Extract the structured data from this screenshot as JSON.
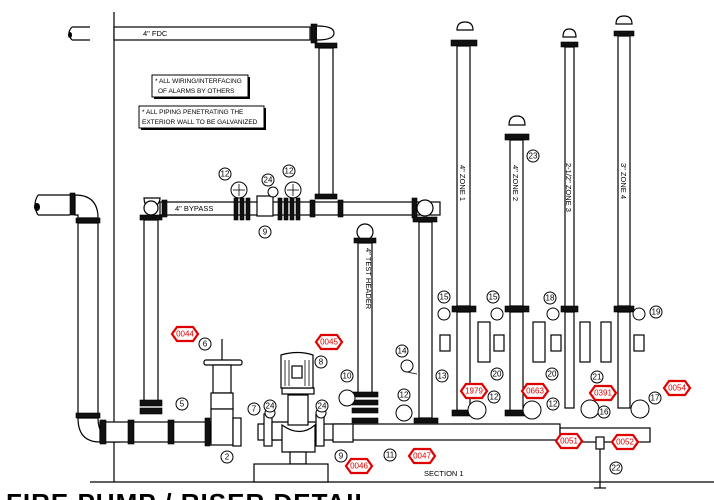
{
  "drawing": {
    "title": "FIRE PUMP / RISER DETAIL",
    "section_label": "SECTION 1",
    "notes": [
      {
        "lines": [
          "* ALL WIRING/INTERFACING",
          "OF ALARMS BY OTHERS"
        ]
      },
      {
        "lines": [
          "* ALL PIPING PENETRATING THE",
          "EXTERIOR WALL TO BE GALVANIZED"
        ]
      }
    ],
    "pipe_labels": {
      "fdc": "4\" FDC",
      "bypass": "4\" BYPASS",
      "test_header": "4\" TEST HEADER",
      "zone1": "4\" ZONE 1",
      "zone2": "4\" ZONE 2",
      "zone3": "2-1/2\" ZONE 3",
      "zone4": "3\" ZONE 4"
    },
    "callouts": [
      "12",
      "24",
      "12",
      "9",
      "23",
      "6",
      "8",
      "5",
      "7",
      "24",
      "24",
      "2",
      "10",
      "9",
      "14",
      "13",
      "12",
      "11",
      "15",
      "15",
      "18",
      "19",
      "20",
      "20",
      "21",
      "12",
      "12",
      "16",
      "17",
      "22"
    ],
    "tags": [
      "0044",
      "0045",
      "0046",
      "0047",
      "1979",
      "0663",
      "0391",
      "0054",
      "0051",
      "0052"
    ],
    "colors": {
      "tag_outline": "#e00000",
      "line": "#000000"
    }
  }
}
